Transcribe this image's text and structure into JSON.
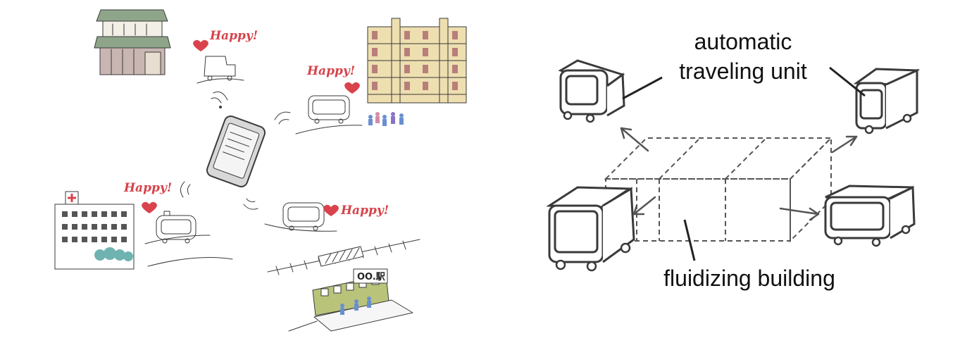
{
  "happy_text": "Happy!",
  "labels": {
    "automatic_traveling_unit_line1": "automatic",
    "automatic_traveling_unit_line2": "traveling unit",
    "fluidizing_building": "fluidizing building"
  },
  "station_sign": "OO.駅",
  "colors": {
    "ink": "#3a3a3a",
    "heart": "#d9434c",
    "wall_tan": "#eedfb0",
    "roof_green": "#8ea58a",
    "train_green": "#b9c47a",
    "tree_teal": "#6fb3b1"
  }
}
